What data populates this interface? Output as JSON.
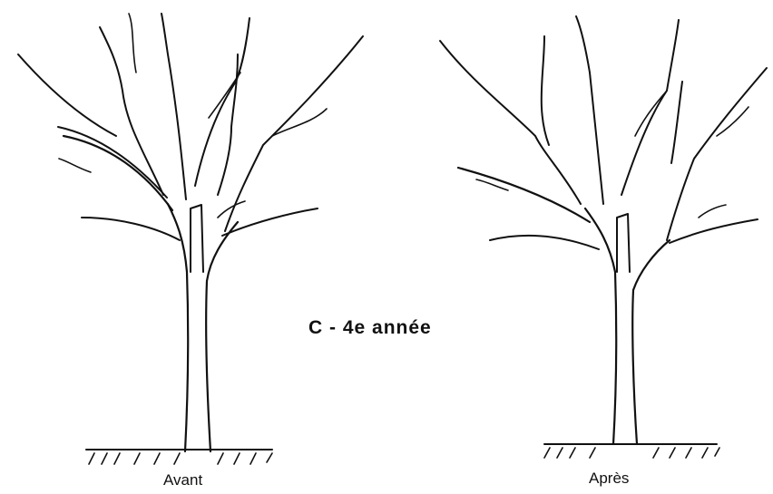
{
  "figure": {
    "title": "C - 4e année",
    "left_caption": "Avant",
    "right_caption": "Après"
  }
}
